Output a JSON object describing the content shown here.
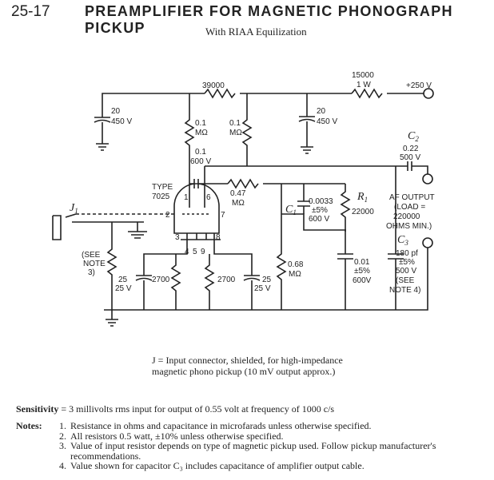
{
  "header": {
    "section_number": "25-17",
    "title": "PREAMPLIFIER FOR MAGNETIC PHONOGRAPH PICKUP",
    "subtitle": "With RIAA Equilization"
  },
  "schematic": {
    "labels": {
      "r_39000": "39000",
      "r_15000": "15000",
      "r_15000_w": "1 W",
      "b_plus": "+250 V",
      "c_20a": "20",
      "c_20a_v": "450 V",
      "c_20b": "20",
      "c_20b_v": "450 V",
      "r01a": "0.1",
      "r01a_u": "MΩ",
      "r01b": "0.1",
      "r01b_u": "MΩ",
      "c01": "0.1",
      "c01_v": "600 V",
      "tube_type": "TYPE",
      "tube_num": "7025",
      "r047": "0.47",
      "r047_u": "MΩ",
      "c0033": "0.0033",
      "c0033_tol": "±5%",
      "c0033_v": "600 V",
      "r1_name": "R",
      "r1_sub": "1",
      "r1_val": "22000",
      "c1_name": "C",
      "c1_sub": "1",
      "c2_name": "C",
      "c2_sub": "2",
      "c2_val": "0.22",
      "c2_v": "500 V",
      "af_output": "AF OUTPUT",
      "af_load": "(LOAD =",
      "af_load_val": "220000",
      "af_ohms": "OHMS MIN.)",
      "c3_name": "C",
      "c3_sub": "3",
      "c3_val": "180 pf",
      "c3_tol": "±5%",
      "c3_v": "500 V",
      "c3_note1": "(SEE",
      "c3_note2": "NOTE 4)",
      "c001": "0.01",
      "c001_tol": "±5%",
      "c001_v": "600V",
      "r068": "0.68",
      "r068_u": "MΩ",
      "see_note3_a": "(SEE",
      "see_note3_b": "NOTE",
      "see_note3_c": "3)",
      "c25a": "25",
      "c25a_v": "25 V",
      "r2700a": "2700",
      "r2700b": "2700",
      "c25b": "25",
      "c25b_v": "25 V",
      "j_name": "J",
      "j_sub": "1",
      "pin1": "1",
      "pin2": "2",
      "pin3": "3",
      "pin4": "4",
      "pin5": "5",
      "pin6": "6",
      "pin7": "7",
      "pin8": "8",
      "pin9": "9"
    }
  },
  "caption": "J = Input connector, shielded, for high-impedance magnetic phono pickup (10 mV output approx.)",
  "sensitivity": {
    "label": "Sensitivity",
    "text": "= 3 millivolts rms input for output of 0.55 volt at frequency of 1000 c/s"
  },
  "notes": {
    "label": "Notes:",
    "items": [
      {
        "num": "1.",
        "text": "Resistance in ohms and capacitance in microfarads unless otherwise specified."
      },
      {
        "num": "2.",
        "text": "All resistors 0.5 watt, ±10% unless otherwise specified."
      },
      {
        "num": "3.",
        "text": "Value of input resistor depends on type of magnetic pickup used. Follow pickup manufacturer's recommendations."
      },
      {
        "num": "4.",
        "text": "Value shown for capacitor C₃ includes capacitance of amplifier output cable."
      }
    ]
  }
}
